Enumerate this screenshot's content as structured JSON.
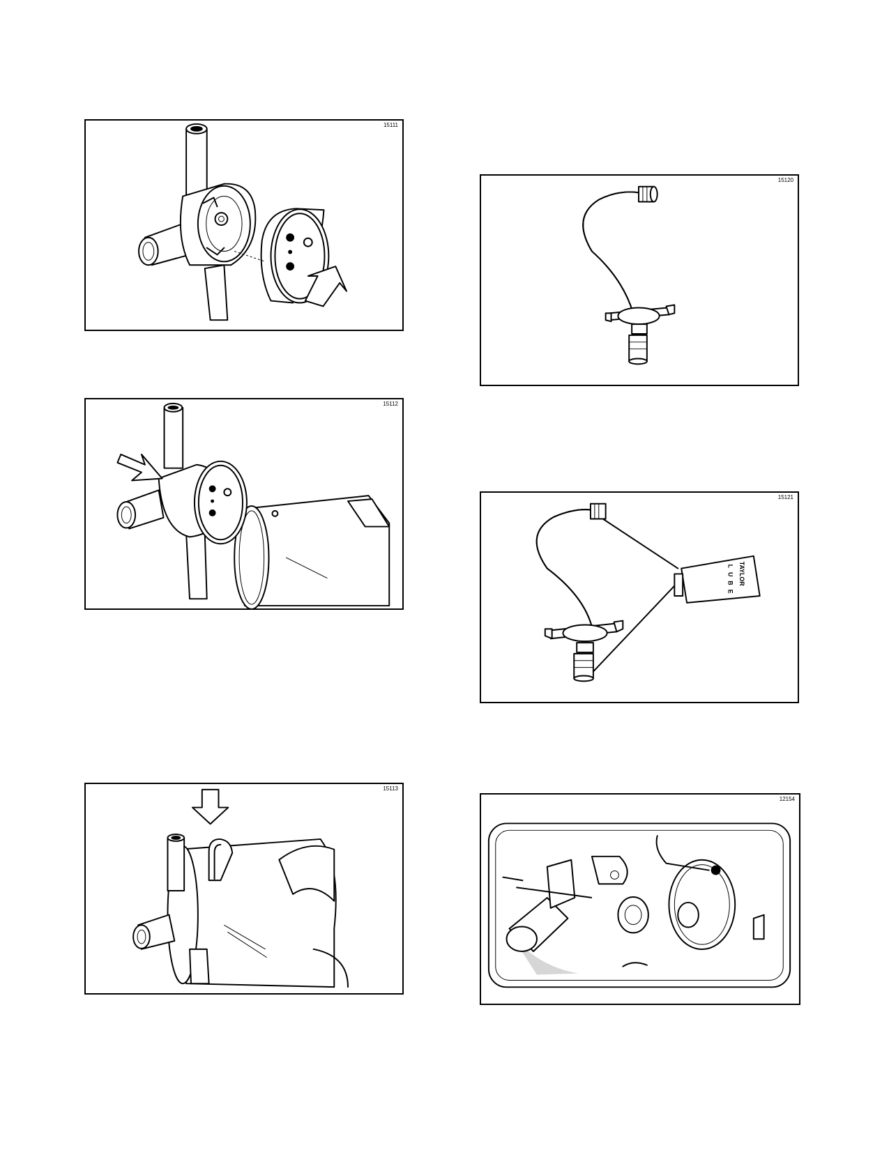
{
  "figures": [
    {
      "id": "15111",
      "subject": "valve-body-with-seal-arrow"
    },
    {
      "id": "15112",
      "subject": "valve-seal-assembled-to-cylinder"
    },
    {
      "id": "15113",
      "subject": "retaining-pin-insert"
    },
    {
      "id": "15120",
      "subject": "s-tube-assembly"
    },
    {
      "id": "15121",
      "subject": "s-tube-lubrication"
    },
    {
      "id": "12154",
      "subject": "parts-in-pan"
    }
  ],
  "lube_tube": {
    "brand": "TAYLOR",
    "product": "LUBE"
  }
}
